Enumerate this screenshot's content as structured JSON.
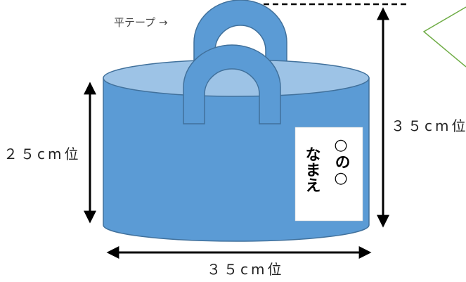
{
  "labels": {
    "tape": "平テープ →",
    "height_side": "２５cm位",
    "height_total": "３５cm位",
    "width": "３５cm位",
    "name_line1": "○の○",
    "name_line2": "なまえ"
  },
  "colors": {
    "bag_fill": "#5B9BD5",
    "bag_stroke": "#41719C",
    "bag_opening": "#9DC3E6",
    "handle": "#5B9BD5",
    "tag_bg": "#ffffff",
    "arrow": "#000000",
    "callout_border": "#70AD47"
  }
}
